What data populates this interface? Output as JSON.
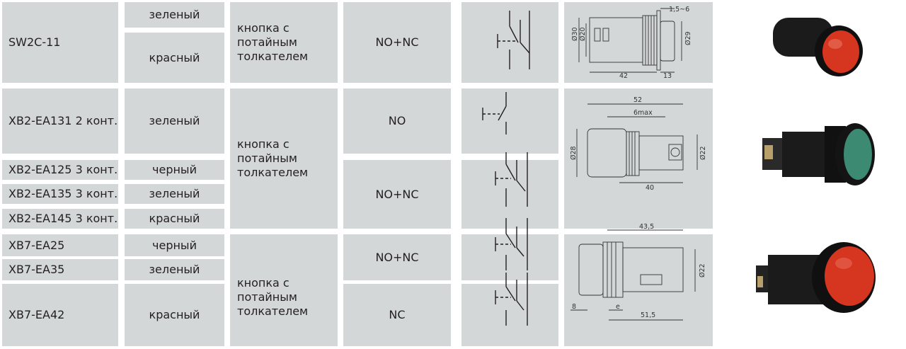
{
  "rows": [
    {
      "model": "SW2C-11",
      "color": "",
      "type": "",
      "contacts": ""
    },
    {
      "model": "XB2-EA131 2 конт.",
      "color": "",
      "type": "",
      "contacts": ""
    },
    {
      "model": "XB2-EA125 3 конт.",
      "color": "",
      "type": "",
      "contacts": ""
    },
    {
      "model": "XB2-EA135 3 конт.",
      "color": "",
      "type": "",
      "contacts": ""
    },
    {
      "model": "XB2-EA145 3 конт.",
      "color": "",
      "type": "",
      "contacts": ""
    },
    {
      "model": "XB7-EA25",
      "color": "",
      "type": "",
      "contacts": ""
    },
    {
      "model": "XB7-EA35",
      "color": "",
      "type": "",
      "contacts": ""
    },
    {
      "model": "XB7-EA42",
      "color": "",
      "type": "",
      "contacts": ""
    }
  ],
  "colors": {
    "sw_green": "зеленый",
    "sw_red": "красный",
    "xb2_green": "зеленый",
    "xb2_black": "черный",
    "xb2_green2": "зеленый",
    "xb2_red": "красный",
    "xb7_black": "черный",
    "xb7_green": "зеленый",
    "xb7_red": "красный"
  },
  "push_type": {
    "g1": [
      "кнопка с",
      "потайным",
      "толкателем"
    ],
    "g2": [
      "кнопка с",
      "потайным",
      "толкателем"
    ],
    "g3": [
      "кнопка с",
      "потайным",
      "толкателем"
    ]
  },
  "contacts": {
    "sw": "NO+NC",
    "xb2_131": "NO",
    "xb2_3": "NO+NC",
    "xb7_nonc": "NO+NC",
    "xb7_nc": "NC"
  },
  "dimensions": {
    "d1": {
      "top": "1,5~6",
      "d30": "Ø30",
      "d20": "Ø20",
      "d29": "Ø29",
      "w42": "42",
      "w13": "13"
    },
    "d2": {
      "w52": "52",
      "w6max": "6max",
      "d28": "Ø28",
      "d22": "Ø22",
      "w40": "40"
    },
    "d3": {
      "w435": "43,5",
      "d22": "Ø22",
      "w8": "8",
      "we": "e",
      "w515": "51,5"
    }
  },
  "button_colors": {
    "red": "#d6351f",
    "green": "#3d8a72",
    "body": "#1b1b1b"
  }
}
